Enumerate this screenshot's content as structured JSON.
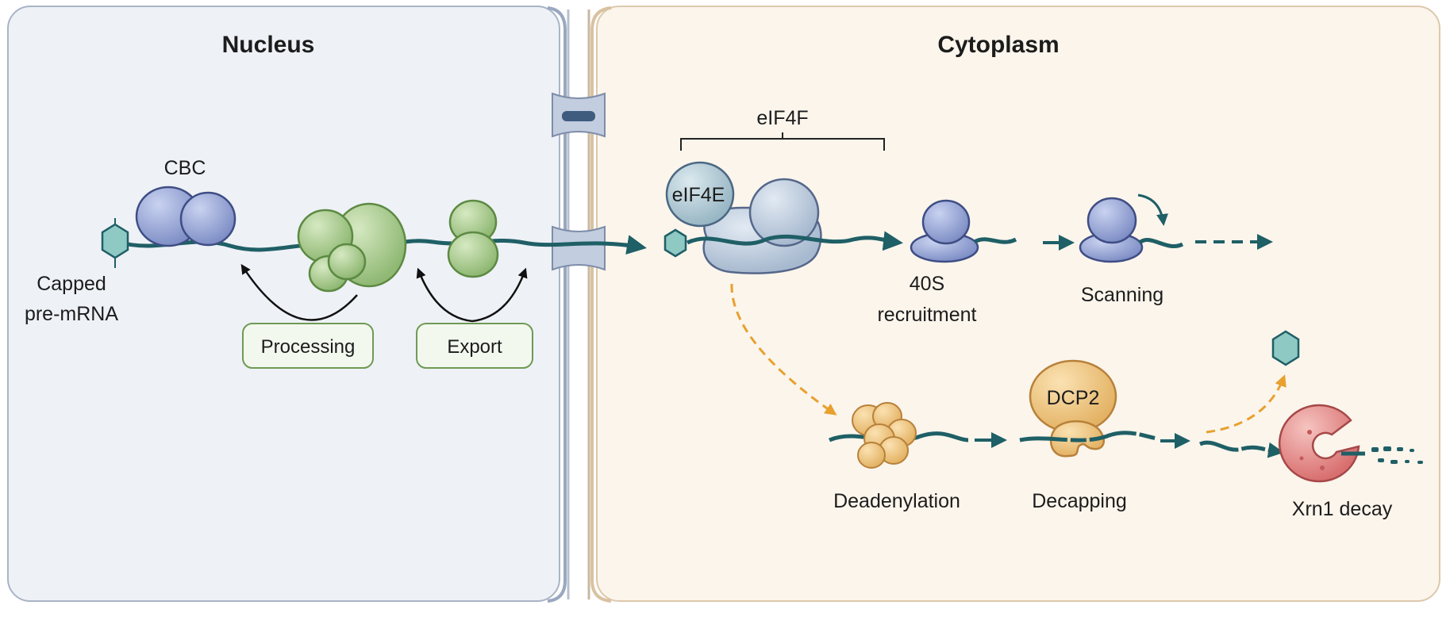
{
  "panels": {
    "nucleus_title": "Nucleus",
    "cytoplasm_title": "Cytoplasm"
  },
  "nucleus": {
    "cbc_label": "CBC",
    "capped_label_line1": "Capped",
    "capped_label_line2": "pre-mRNA",
    "processing_label": "Processing",
    "export_label": "Export"
  },
  "translation": {
    "eif4f_label": "eIF4F",
    "eif4e_label": "eIF4E",
    "recruitment_line1": "40S",
    "recruitment_line2": "recruitment",
    "scanning_label": "Scanning"
  },
  "decay": {
    "deadenylation_label": "Deadenylation",
    "dcp2_label": "DCP2",
    "decapping_label": "Decapping",
    "xrn1_label": "Xrn1 decay"
  },
  "colors": {
    "nucleus_bg": "#eef1f6",
    "cytoplasm_bg": "#fbf5ec",
    "mrna": "#1f5f66",
    "cap": "#8fc9c4",
    "cbc_protein": "#8e9dd1",
    "export_factor": "#a6c98a",
    "eif4f": "#b9c9da",
    "ribosome_40s": "#8893c8",
    "deadenylase": "#f0c57e",
    "dcp2": "#f2cd8a",
    "xrn1": "#e08585",
    "decay_arrow": "#e8a02e"
  }
}
